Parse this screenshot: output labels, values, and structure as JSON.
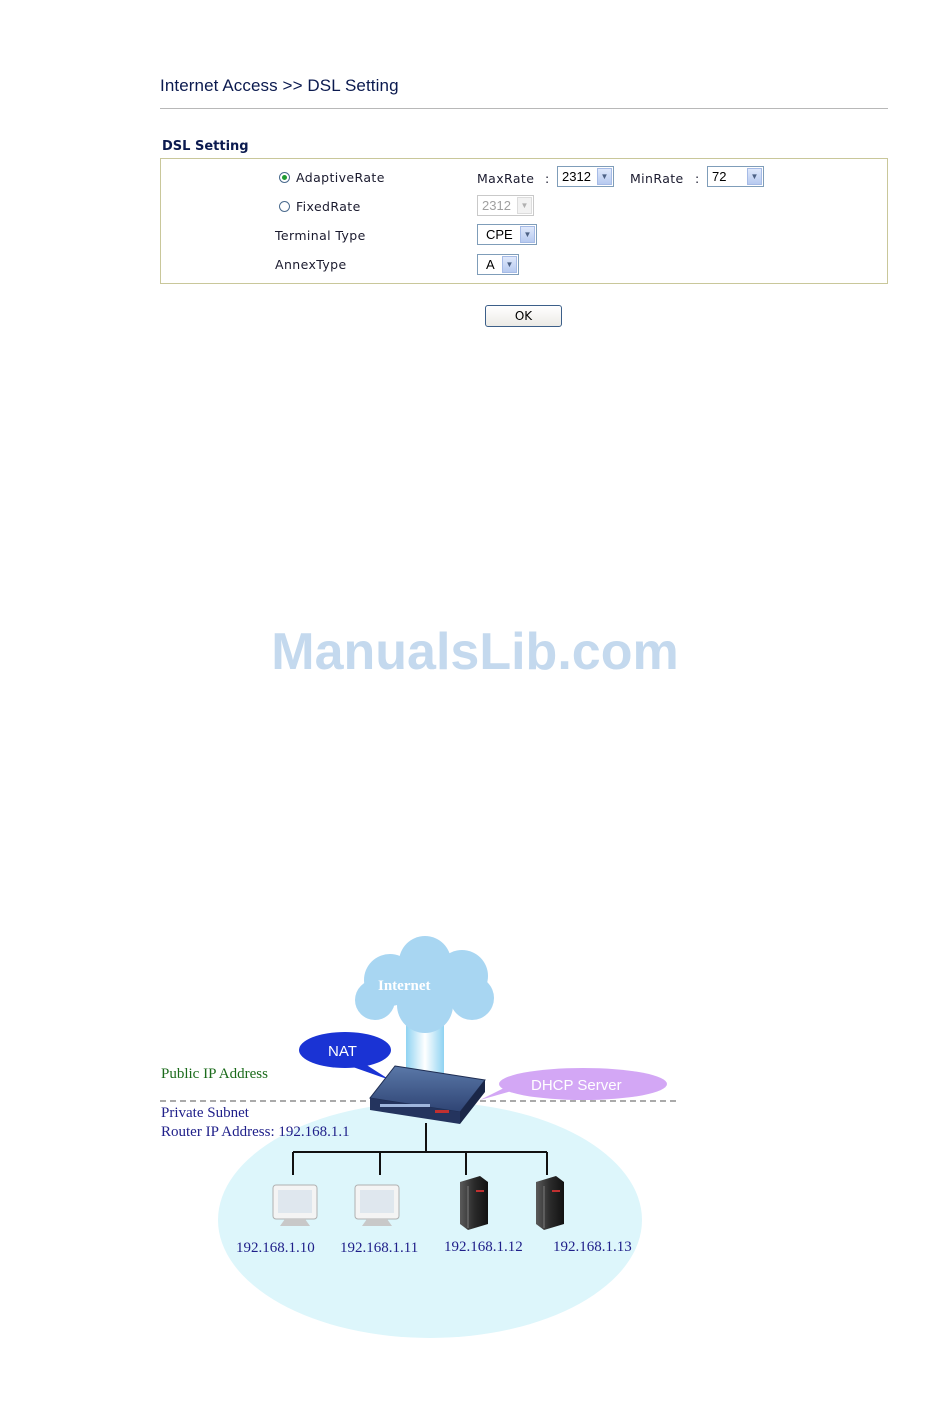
{
  "header": {
    "title": "Internet Access >> DSL Setting"
  },
  "dsl_setting": {
    "section_title": "DSL Setting",
    "adaptive_rate_label": "AdaptiveRate",
    "fixed_rate_label": "FixedRate",
    "max_rate_label": "MaxRate",
    "max_rate_colon": ":",
    "max_rate_value": "2312",
    "min_rate_label": "MinRate",
    "min_rate_colon": ":",
    "min_rate_value": "72",
    "fixed_rate_value": "2312",
    "terminal_type_label": "Terminal Type",
    "terminal_type_value": "CPE",
    "annex_type_label": "AnnexType",
    "annex_type_value": "A",
    "selected_mode": "AdaptiveRate",
    "ok_label": "OK"
  },
  "watermark": "ManualsLib.com",
  "diagram": {
    "internet_label": "Internet",
    "nat_label": "NAT",
    "dhcp_label": "DHCP Server",
    "public_ip_label": "Public IP Address",
    "private_subnet_label": "Private Subnet",
    "router_ip_label": "Router IP Address: 192.168.1.1",
    "hosts": [
      "192.168.1.10",
      "192.168.1.11",
      "192.168.1.12",
      "192.168.1.13"
    ]
  },
  "colors": {
    "title": "#0b1a4f",
    "box_border": "#c9c79a",
    "cloud": "#a8d6f2",
    "nat_bubble": "#1a33d4",
    "dhcp_bubble": "#d3a7f5",
    "subnet_area": "#ddf6fb",
    "public_label": "#1b6b1b",
    "private_label": "#20208a"
  }
}
